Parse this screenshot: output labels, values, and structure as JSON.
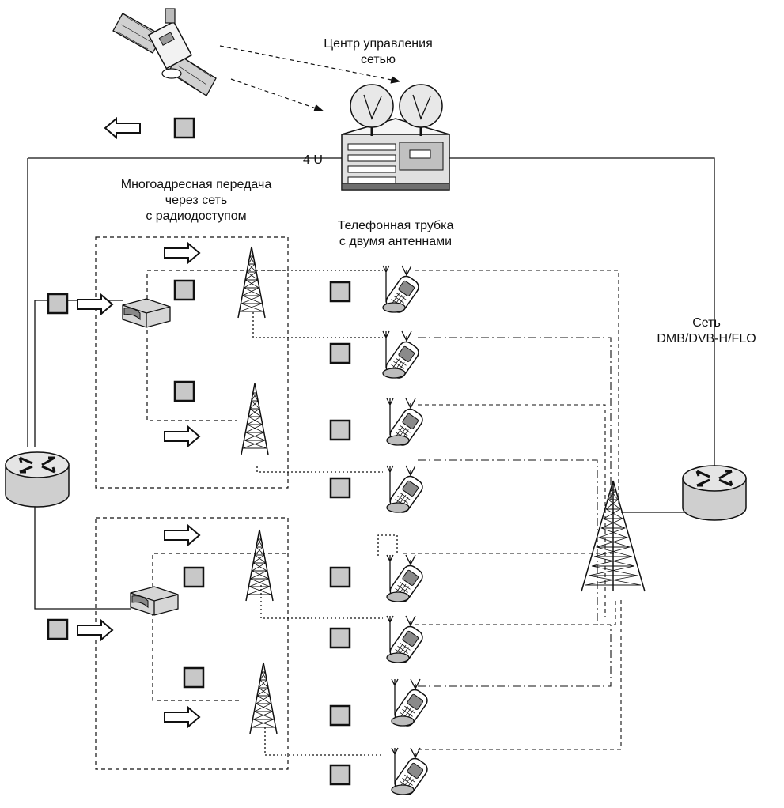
{
  "labels": {
    "ncc_line1": "Центр управления",
    "ncc_line2": "сетью",
    "link_4u": "4 U",
    "multicast_line1": "Многоадресная передача",
    "multicast_line2": "через сеть",
    "multicast_line3": "с радиодоступом",
    "handset_line1": "Телефонная трубка",
    "handset_line2": "с двумя антеннами",
    "broadcast_line1": "Сеть",
    "broadcast_line2": "DMB/DVB-H/FLO"
  },
  "colors": {
    "line": "#111111",
    "packet_fill": "#c8c8c8",
    "device_fill": "#d6d6d6",
    "device_dark": "#6e6e6e"
  },
  "icons": {
    "satellite": "satellite-icon",
    "control_center": "network-control-center-icon",
    "router": "router-icon",
    "gateway": "gateway-icon",
    "cell_tower": "cell-tower-icon",
    "broadcast_tower": "broadcast-tower-icon",
    "handset": "handset-icon",
    "packet": "packet-icon",
    "arrow": "arrow-icon"
  }
}
